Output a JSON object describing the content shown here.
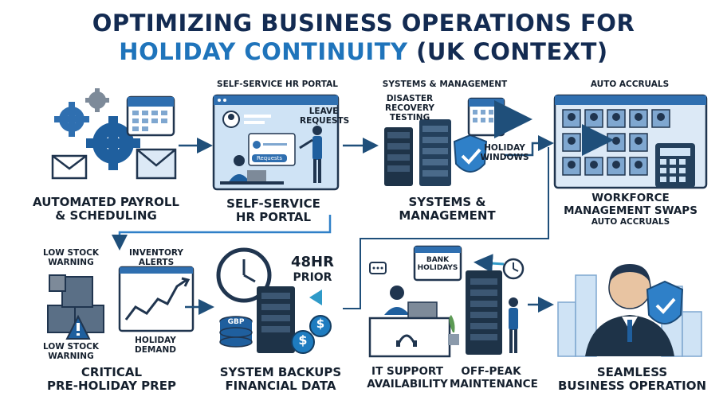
{
  "title": {
    "line1": "OPTIMIZING BUSINESS OPERATIONS FOR",
    "line2_accent": "HOLIDAY CONTINUITY",
    "line2_rest": "(UK CONTEXT)"
  },
  "panels": {
    "payroll": {
      "caption_1": "AUTOMATED PAYROLL",
      "caption_2": "& SCHEDULING"
    },
    "hr": {
      "header": "SELF-SERVICE HR PORTAL",
      "leave_1": "LEAVE",
      "leave_2": "REQUESTS",
      "button": "Requests",
      "caption_1": "SELF-SERVICE",
      "caption_2": "HR PORTAL"
    },
    "systems": {
      "header": "SYSTEMS & MANAGEMENT",
      "dr_1": "DISASTER",
      "dr_2": "RECOVERY",
      "dr_3": "TESTING",
      "hw_1": "HOLIDAY",
      "hw_2": "WINDOWS",
      "caption_1": "SYSTEMS &",
      "caption_2": "MANAGEMENT"
    },
    "workforce": {
      "header": "AUTO ACCRUALS",
      "caption_1": "WORKFORCE",
      "caption_2": "MANAGEMENT SWAPS",
      "caption_3": "AUTO ACCRUALS"
    },
    "inventory": {
      "low_1": "LOW STOCK",
      "low_2": "WARNING",
      "alerts_1": "INVENTORY",
      "alerts_2": "ALERTS",
      "low_b1": "LOW STOCK",
      "low_b2": "WARNING",
      "demand_1": "HOLIDAY",
      "demand_2": "DEMAND",
      "caption_1": "CRITICAL",
      "caption_2": "PRE-HOLIDAY PREP"
    },
    "backups": {
      "prior_1": "48HR",
      "prior_2": "PRIOR",
      "gbp": "GBP",
      "caption_1": "SYSTEM BACKUPS",
      "caption_2": "FINANCIAL DATA"
    },
    "support": {
      "bank_1": "BANK",
      "bank_2": "HOLIDAYS",
      "caption_a1": "IT SUPPORT",
      "caption_a2": "AVAILABILITY",
      "caption_b1": "OFF-PEAK",
      "caption_b2": "MAINTENANCE"
    },
    "seamless": {
      "caption_1": "SEAMLESS",
      "caption_2": "BUSINESS OPERATION"
    }
  },
  "colors": {
    "navy": "#132b52",
    "accent": "#1f74bb",
    "light_blue": "#cfe3f5",
    "arrow": "#1f4f7a"
  }
}
